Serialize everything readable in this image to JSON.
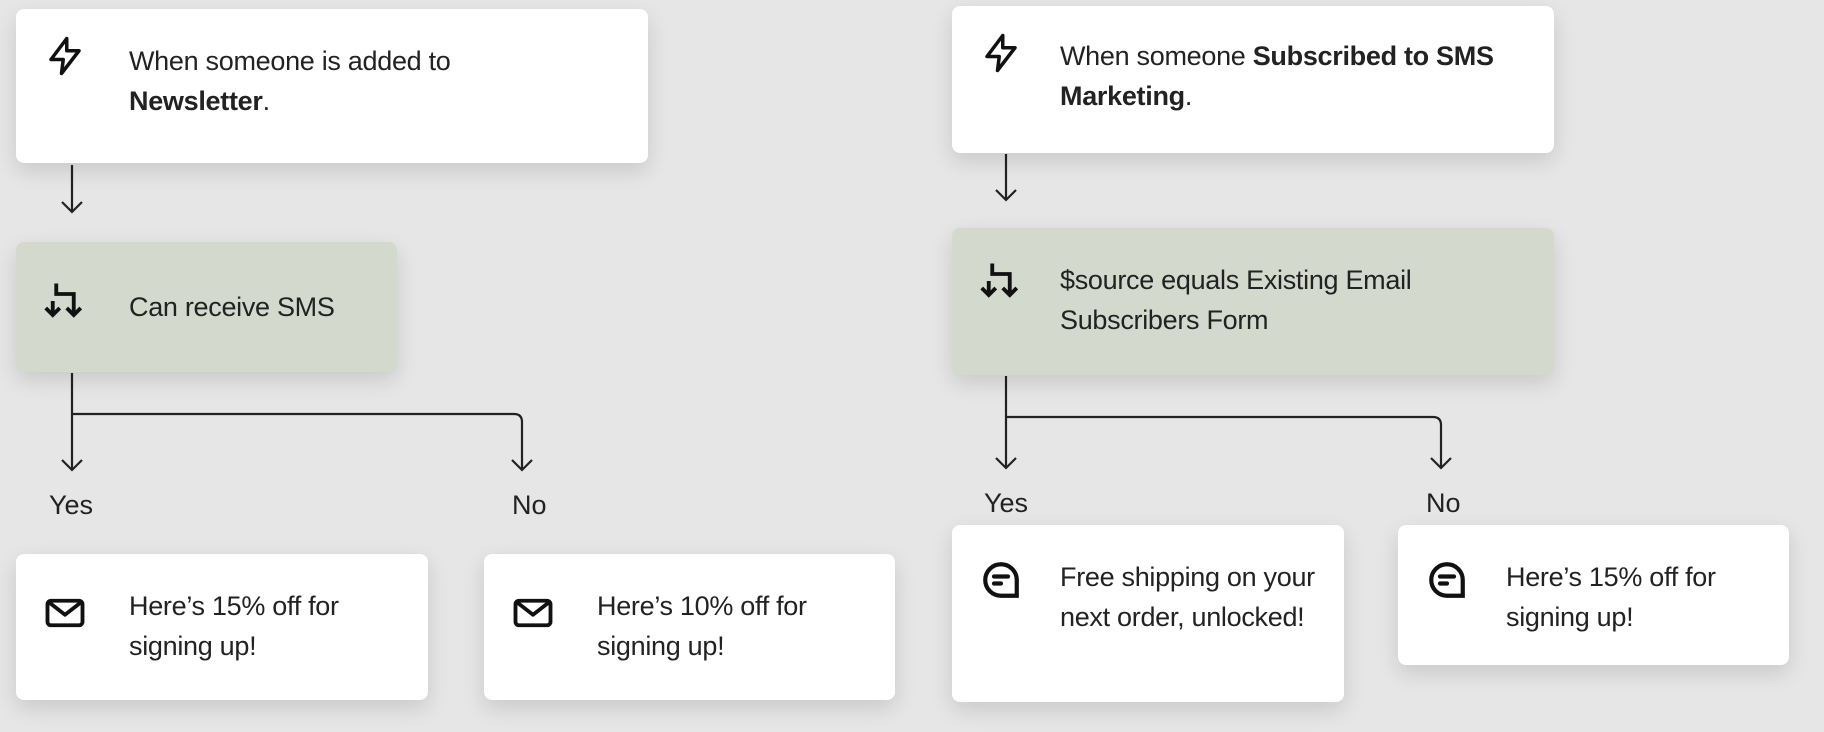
{
  "flows": [
    {
      "trigger": {
        "prefix": "When someone is added to",
        "bold": "Newsletter",
        "suffix": ".",
        "icon": "lightning-icon"
      },
      "condition": {
        "text": "Can receive SMS",
        "icon": "split-icon"
      },
      "yes_label": "Yes",
      "no_label": "No",
      "yes_action": {
        "text": "Here’s 15% off for signing up!",
        "icon": "email-icon"
      },
      "no_action": {
        "text": "Here’s 10% off for signing up!",
        "icon": "email-icon"
      }
    },
    {
      "trigger": {
        "prefix": "When someone",
        "bold": "Subscribed to SMS Marketing",
        "suffix": ".",
        "icon": "lightning-icon"
      },
      "condition": {
        "text": "$source equals Existing Email Subscribers Form",
        "icon": "split-icon"
      },
      "yes_label": "Yes",
      "no_label": "No",
      "yes_action": {
        "text": "Free shipping on your next order, unlocked!",
        "icon": "sms-icon"
      },
      "no_action": {
        "text": "Here’s 15% off for signing up!",
        "icon": "sms-icon"
      }
    }
  ]
}
